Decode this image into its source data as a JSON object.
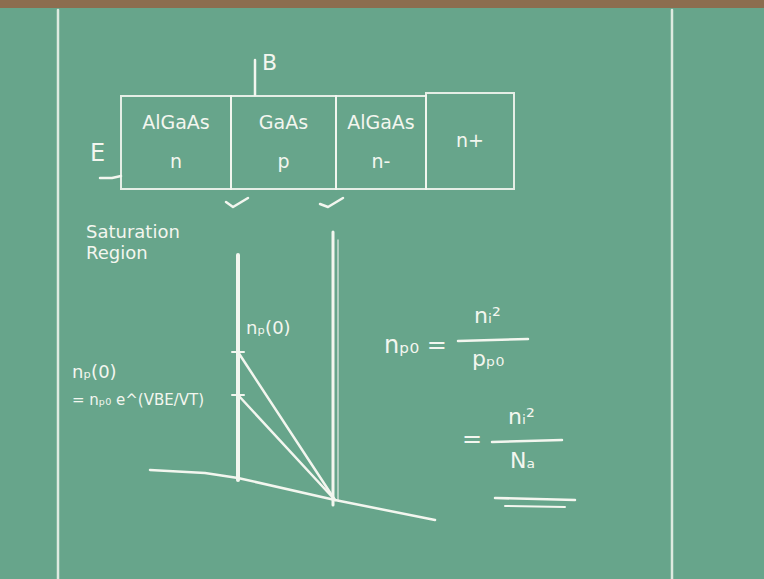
{
  "diagram": {
    "nodes": [
      {
        "text": [
          "AlGaAs",
          "n"
        ]
      },
      {
        "text": [
          "GaAs",
          "p"
        ]
      },
      {
        "text": [
          "AlGaAs",
          "n-"
        ]
      },
      {
        "text": [
          "n+"
        ]
      }
    ],
    "labels": [
      "B",
      "E",
      "Saturation Region",
      "nₚ(0)",
      "nₚ(0)",
      "= nₚ₀ e^(VBE/VT)",
      "nₚ₀ =",
      "nᵢ²",
      "pₚ₀",
      "=",
      "nᵢ²",
      "Nₐ"
    ]
  }
}
